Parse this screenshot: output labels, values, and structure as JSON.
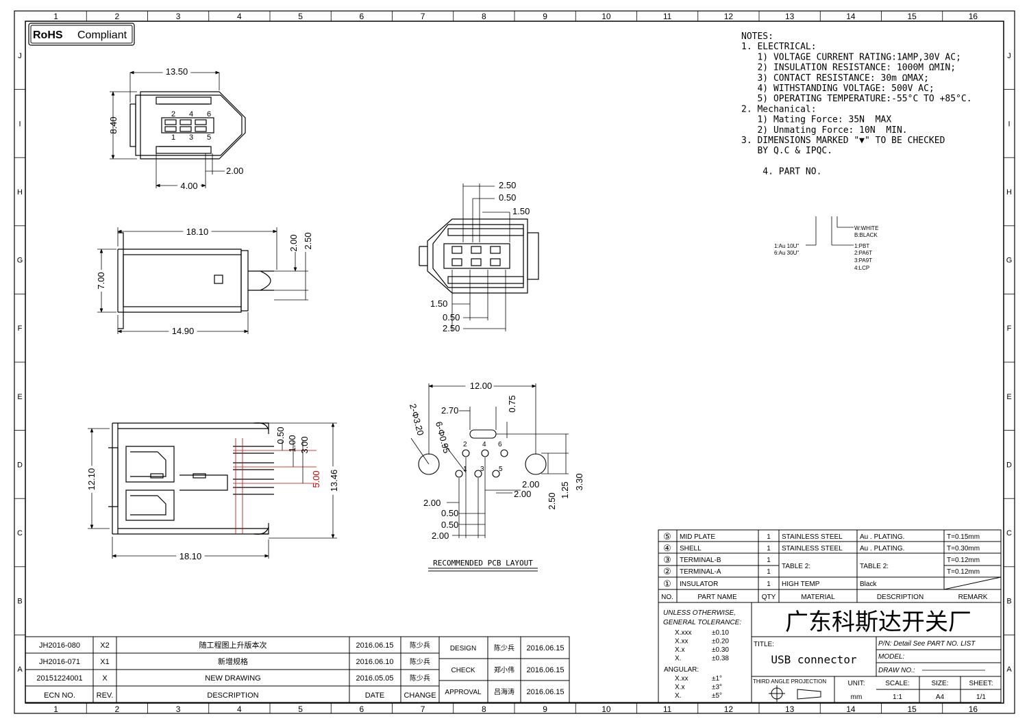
{
  "rohs": {
    "bold": "RoHS",
    "normal": "Compliant"
  },
  "grid": {
    "columns": [
      "1",
      "2",
      "3",
      "4",
      "5",
      "6",
      "7",
      "8",
      "9",
      "10",
      "11",
      "12",
      "13",
      "14",
      "15",
      "16"
    ],
    "rows": [
      "J",
      "I",
      "H",
      "G",
      "F",
      "E",
      "D",
      "C",
      "B",
      "A"
    ]
  },
  "notes": {
    "lines": [
      "NOTES:",
      "1. ELECTRICAL:",
      "   1) VOLTAGE CURRENT RATING:1AMP,30V AC;",
      "   2) INSULATION RESISTANCE: 1000M ΩMIN;",
      "   3) CONTACT RESISTANCE: 30m ΩMAX;",
      "   4) WITHSTANDING VOLTAGE: 500V AC;",
      "   5) OPERATING TEMPERATURE:-55°C TO +85°C.",
      "2. Mechanical:",
      "   1) Mating Force: 35N  MAX",
      "   2) Unmating Force: 10N  MIN.",
      "3. DIMENSIONS MARKED \"▼\" TO BE CHECKED",
      "   BY Q.C & IPQC.",
      "",
      "    4. PART NO."
    ],
    "part_no_codes": {
      "plating": [
        "1:Au 10U\"",
        "6:Au 30U\""
      ],
      "color": [
        "W:WHITE",
        "B:BLACK"
      ],
      "insulator": [
        "1:PBT",
        "2:PA6T",
        "3:PA9T",
        "4:LCP"
      ]
    }
  },
  "dims": {
    "front": {
      "width": "13.50",
      "height": "8.40",
      "pitch": "2.00",
      "span": "4.00",
      "pins_top": [
        "2",
        "4",
        "6"
      ],
      "pins_bottom": [
        "1",
        "3",
        "5"
      ]
    },
    "side": {
      "length": "18.10",
      "base": "14.90",
      "height": "7.00",
      "d1": "2.00",
      "d2": "2.50"
    },
    "end": {
      "d_a": "2.50",
      "d_b": "0.50",
      "d_c": "1.50",
      "d_d": "1.50",
      "d_e": "0.50",
      "d_f": "2.50"
    },
    "bottom": {
      "length": "18.10",
      "height": "12.10",
      "total": "13.46",
      "d1": "0.50",
      "d2": "1.00",
      "d3": "3.00",
      "d4": "5.00"
    },
    "pcb": {
      "width": "12.00",
      "slot": "2.70",
      "slot_w": "0.75",
      "big_hole": "2-Φ3.20",
      "small_hole": "6-Φ0.95",
      "d_200a": "2.00",
      "d_200b": "2.00",
      "d_200c": "2.00",
      "d_050a": "0.50",
      "d_050b": "0.50",
      "d_200d": "2.00",
      "d_250": "2.50",
      "d_125": "1.25",
      "d_330": "3.30",
      "pins": [
        "2",
        "4",
        "6",
        "1",
        "3",
        "5"
      ],
      "caption": "RECOMMENDED PCB LAYOUT"
    }
  },
  "bom": {
    "rows": [
      {
        "no": "⑤",
        "name": "MID PLATE",
        "qty": "1",
        "material": "STAINLESS STEEL",
        "desc": "Au . PLATING.",
        "remark": "T=0.15mm"
      },
      {
        "no": "④",
        "name": "SHELL",
        "qty": "1",
        "material": "STAINLESS STEEL",
        "desc": "Au . PLATING.",
        "remark": "T=0.30mm"
      },
      {
        "no": "③",
        "name": "TERMINAL-B",
        "qty": "1",
        "material": "TABLE 2:",
        "desc": "TABLE 2:",
        "remark": "T=0.12mm"
      },
      {
        "no": "②",
        "name": "TERMINAL-A",
        "qty": "1",
        "material": "",
        "desc": "",
        "remark": "T=0.12mm"
      },
      {
        "no": "①",
        "name": "INSULATOR",
        "qty": "1",
        "material": "HIGH TEMP",
        "desc": "Black",
        "remark": ""
      }
    ],
    "headers": {
      "no": "NO.",
      "name": "PART NAME",
      "qty": "QTY",
      "material": "MATERIAL",
      "desc": "DESCRIPTION",
      "remark": "REMARK"
    }
  },
  "tolerance": {
    "title1": "UNLESS OTHERWISE,",
    "title2": "GENERAL TOLERANCE:",
    "linear": [
      [
        "X.xxx",
        "±0.10"
      ],
      [
        "X.xx",
        "±0.20"
      ],
      [
        "X.x",
        "±0.30"
      ],
      [
        "X.",
        "±0.38"
      ]
    ],
    "angular_label": "ANGULAR:",
    "angular": [
      [
        "X.xx",
        "±1°"
      ],
      [
        "X.x",
        "±3°"
      ],
      [
        "X.",
        "±5°"
      ]
    ]
  },
  "company": "广东科斯达开关厂",
  "title_block": {
    "title_label": "TITLE:",
    "title_value": "USB connector",
    "pn": "P/N: Detail  See  PART  NO.  LIST",
    "model": "MODEL:",
    "drawno": "DRAW  NO.:",
    "projection": "THIRD ANGLE PROJECTION",
    "unit_label": "UNIT:",
    "unit": "mm",
    "scale_label": "SCALE:",
    "scale": "1:1",
    "size_label": "SIZE:",
    "size": "A4",
    "sheet_label": "SHEET:",
    "sheet": "1/1"
  },
  "revisions": {
    "rows": [
      {
        "ecn": "JH2016-080",
        "rev": "X2",
        "desc": "随工程图上升版本次",
        "date": "2016.06.15",
        "change": "陈少兵"
      },
      {
        "ecn": "JH2016-071",
        "rev": "X1",
        "desc": "新增规格",
        "date": "2016.06.10",
        "change": "陈少兵"
      },
      {
        "ecn": "20151224001",
        "rev": "X",
        "desc": "NEW DRAWING",
        "date": "2016.05.05",
        "change": "陈少兵"
      }
    ],
    "headers": {
      "ecn": "ECN  NO.",
      "rev": "REV.",
      "desc": "DESCRIPTION",
      "date": "DATE",
      "change": "CHANGE"
    }
  },
  "approvals": [
    {
      "role": "DESIGN",
      "name": "陈少兵",
      "date": "2016.06.15"
    },
    {
      "role": "CHECK",
      "name": "郑小伟",
      "date": "2016.06.15"
    },
    {
      "role": "APPROVAL",
      "name": "吕海涛",
      "date": "2016.06.15"
    }
  ]
}
